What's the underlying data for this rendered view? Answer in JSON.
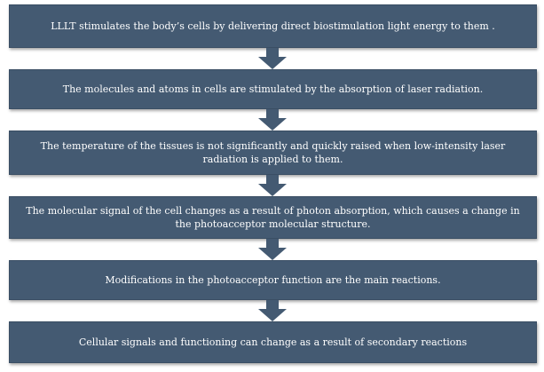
{
  "flowchart": {
    "accent_color": "#445a72",
    "steps": [
      {
        "text": "LLLT stimulates the body’s cells by delivering direct biostimulation light energy to them ."
      },
      {
        "text": "The molecules and atoms in cells are stimulated by the absorption of laser radiation."
      },
      {
        "text": "The temperature of the tissues is not significantly and quickly raised when low-intensity laser radiation is applied to them."
      },
      {
        "text": "The molecular signal of the cell changes as a result of photon absorption, which causes a change in the photoacceptor molecular structure."
      },
      {
        "text": "Modifications in the photoacceptor function are the main reactions."
      },
      {
        "text": "Cellular signals and functioning can change as a result of secondary reactions"
      }
    ],
    "connector_icon": "down-arrow-icon"
  }
}
